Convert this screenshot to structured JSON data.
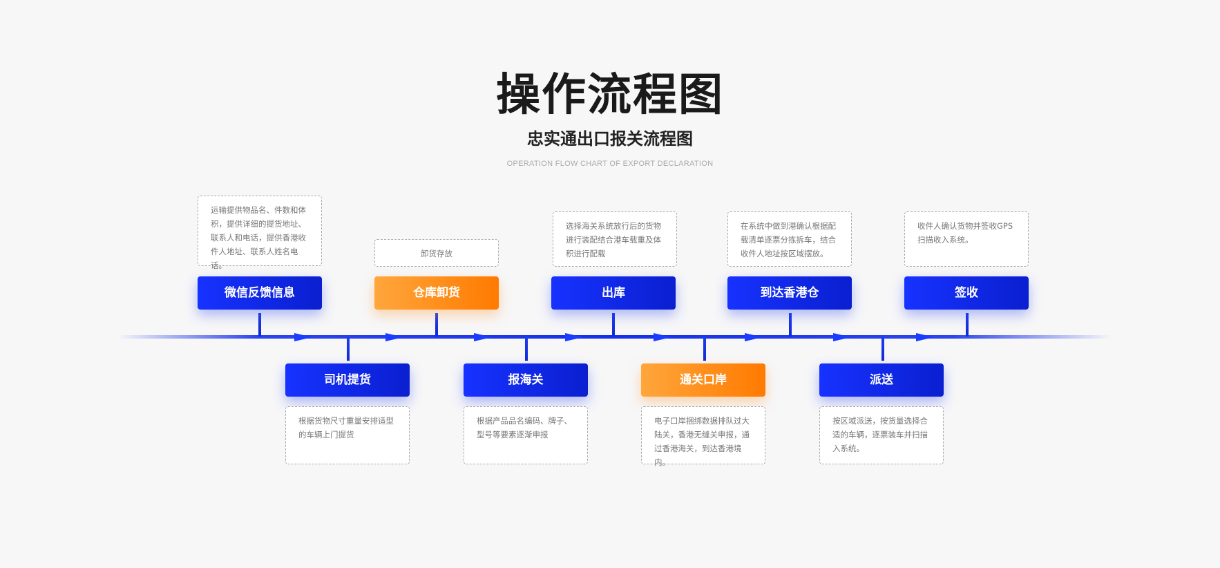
{
  "title": "操作流程图",
  "subtitle": "忠实通出口报关流程图",
  "subtitle_en": "OPERATION FLOW CHART OF EXPORT DECLARATION",
  "colors": {
    "blue": "#1732ff",
    "orange": "#ff8a00",
    "line": "#1530e6"
  },
  "steps": [
    {
      "label": "微信反馈信息",
      "desc": "运输提供物品名、件数和体积，提供详细的提货地址、联系人和电话，提供香港收件人地址、联系人姓名电话。",
      "color": "blue",
      "position": "top"
    },
    {
      "label": "司机提货",
      "desc": "根据货物尺寸重量安排适型的车辆上门提货",
      "color": "blue",
      "position": "bottom"
    },
    {
      "label": "仓库卸货",
      "desc": "卸货存放",
      "color": "orange",
      "position": "top"
    },
    {
      "label": "报海关",
      "desc": "根据产品品名编码、牌子、型号等要素逐渐申报",
      "color": "blue",
      "position": "bottom"
    },
    {
      "label": "出库",
      "desc": "选择海关系统放行后的货物进行装配结合港车载重及体积进行配载",
      "color": "blue",
      "position": "top"
    },
    {
      "label": "通关口岸",
      "desc": "电子口岸捆绑数据排队过大陆关，香港无缝关申报，通过香港海关，到达香港境内。",
      "color": "orange",
      "position": "bottom"
    },
    {
      "label": "到达香港仓",
      "desc": "在系统中做到港确认根据配载清单逐票分拣拆车，结合收件人地址按区域摆放。",
      "color": "blue",
      "position": "top"
    },
    {
      "label": "派送",
      "desc": "按区域派送，按货量选择合适的车辆，逐票装车并扫描入系统。",
      "color": "blue",
      "position": "bottom"
    },
    {
      "label": "签收",
      "desc": "收件人确认货物并签收GPS扫描收入系统。",
      "color": "blue",
      "position": "top"
    }
  ]
}
